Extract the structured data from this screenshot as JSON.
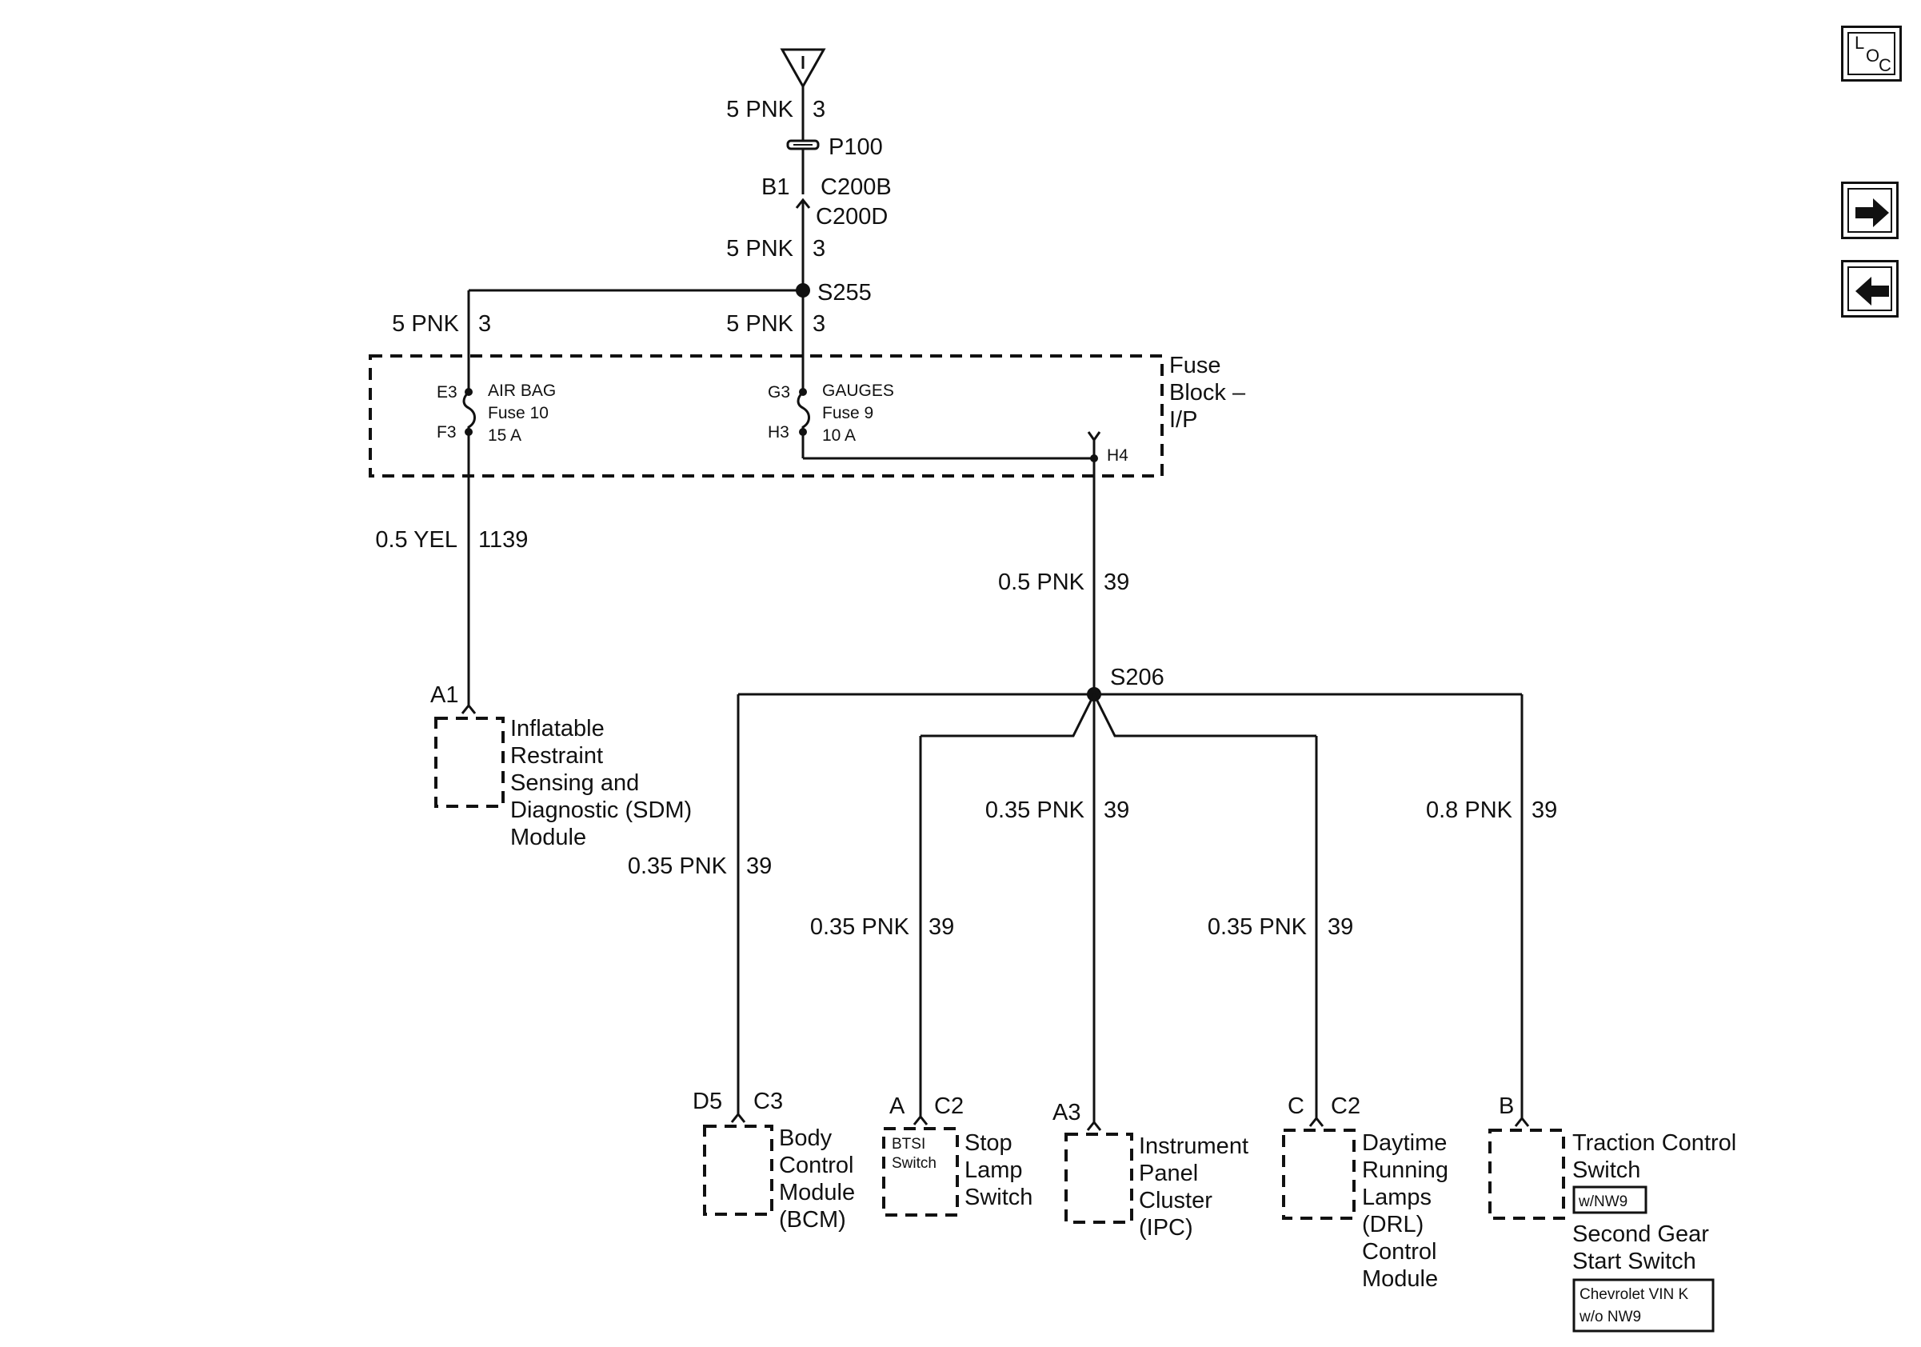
{
  "nav": {
    "loc_l": "L",
    "loc_o": "O",
    "loc_c": "C"
  },
  "top": {
    "wire1": {
      "gauge": "5 PNK",
      "circuit": "3"
    },
    "p100": "P100",
    "pin_b1": "B1",
    "c200b": "C200B",
    "c200d": "C200D",
    "wire2": {
      "gauge": "5 PNK",
      "circuit": "3"
    },
    "s255": "S255",
    "wire_left": {
      "gauge": "5 PNK",
      "circuit": "3"
    },
    "wire_right": {
      "gauge": "5 PNK",
      "circuit": "3"
    }
  },
  "fuse_block": {
    "label_line1": "Fuse",
    "label_line2": "Block –",
    "label_line3": "I/P",
    "airbag": {
      "pin_in": "E3",
      "pin_out": "F3",
      "name": "AIR BAG",
      "fuse": "Fuse 10",
      "rating": "15 A"
    },
    "gauges": {
      "pin_in": "G3",
      "pin_out": "H3",
      "name": "GAUGES",
      "fuse": "Fuse 9",
      "rating": "10 A"
    },
    "pin_h4": "H4"
  },
  "wires": {
    "yel": {
      "gauge": "0.5 YEL",
      "circuit": "1139"
    },
    "main": {
      "gauge": "0.5 PNK",
      "circuit": "39"
    },
    "s206": "S206",
    "bcm": {
      "gauge": "0.35 PNK",
      "circuit": "39"
    },
    "stop": {
      "gauge": "0.35 PNK",
      "circuit": "39"
    },
    "ipc": {
      "gauge": "0.35 PNK",
      "circuit": "39"
    },
    "drl": {
      "gauge": "0.35 PNK",
      "circuit": "39"
    },
    "tcs": {
      "gauge": "0.8 PNK",
      "circuit": "39"
    }
  },
  "components": {
    "sdm": {
      "pin": "A1",
      "lines": [
        "Inflatable",
        "Restraint",
        "Sensing and",
        "Diagnostic (SDM)",
        "Module"
      ]
    },
    "bcm": {
      "pin": "D5",
      "connector": "C3",
      "lines": [
        "Body",
        "Control",
        "Module",
        "(BCM)"
      ]
    },
    "stop": {
      "pin": "A",
      "connector": "C2",
      "inner_line1": "BTSI",
      "inner_line2": "Switch",
      "lines": [
        "Stop",
        "Lamp",
        "Switch"
      ]
    },
    "ipc": {
      "pin": "A3",
      "lines": [
        "Instrument",
        "Panel",
        "Cluster",
        "(IPC)"
      ]
    },
    "drl": {
      "pin": "C",
      "connector": "C2",
      "lines": [
        "Daytime",
        "Running",
        "Lamps",
        "(DRL)",
        "Control",
        "Module"
      ]
    },
    "tcs": {
      "pin": "B",
      "line1": "Traction Control",
      "line2": "Switch",
      "option1": "w/NW9",
      "line3": "Second Gear",
      "line4": "Start Switch",
      "option2_line1": "Chevrolet VIN K",
      "option2_line2": "w/o NW9"
    }
  }
}
